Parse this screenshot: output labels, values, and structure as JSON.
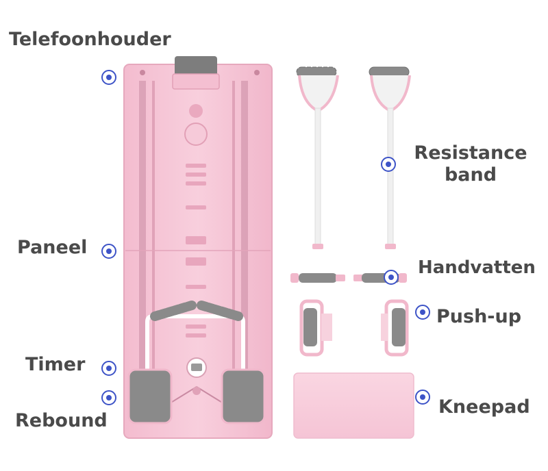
{
  "labels": {
    "phone_holder": "Telefoonhouder",
    "panel": "Paneel",
    "timer": "Timer",
    "rebound": "Rebound",
    "resistance_band_line1": "Resistance",
    "resistance_band_line2": "band",
    "handles": "Handvatten",
    "pushup": "Push-up",
    "kneepad": "Kneepad"
  },
  "colors": {
    "board_pink": "#f6c6d6",
    "board_edge": "#e9a9bf",
    "foam_gray": "#8a8a8a",
    "label_text": "#4a4a4a",
    "marker_blue": "#3d53c7"
  },
  "icons": {
    "marker": "target-dot-icon"
  }
}
